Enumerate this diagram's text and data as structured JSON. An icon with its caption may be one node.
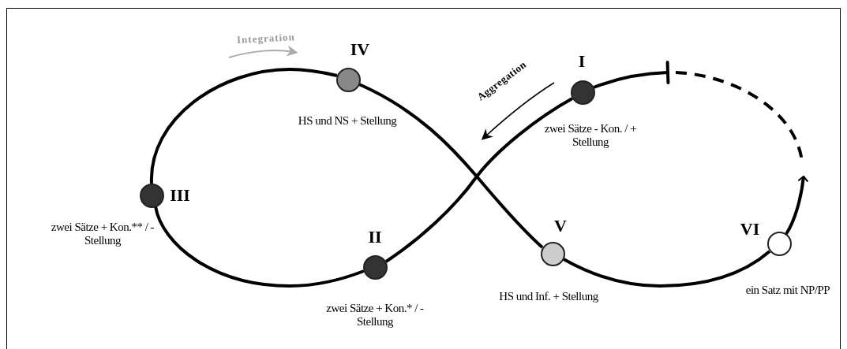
{
  "diagram": {
    "nodes": [
      {
        "text": [
          "I",
          "zwei Sätze - Kon. / + Stellung"
        ]
      },
      {
        "text": [
          "II",
          "zwei Sätze + Kon.* / - Stellung"
        ]
      },
      {
        "text": [
          "III",
          "zwei Sätze + Kon.** / - Stellung"
        ]
      },
      {
        "text": [
          "IV",
          "HS und NS + Stellung"
        ]
      },
      {
        "text": [
          "V",
          "HS und Inf. + Stellung"
        ]
      },
      {
        "text": [
          "VI",
          "ein Satz mit NP/PP"
        ]
      }
    ],
    "edges": [
      {
        "from": 0,
        "to": 1,
        "arrow": "none"
      },
      {
        "from": 1,
        "to": 2,
        "arrow": "none"
      },
      {
        "from": 2,
        "to": 3,
        "arrow": "none"
      },
      {
        "from": 3,
        "to": 4,
        "arrow": "none"
      },
      {
        "from": 4,
        "to": 5,
        "arrow": "none"
      },
      {
        "from": 5,
        "to": null,
        "arrow": "to"
      },
      {
        "from": 0,
        "to": null,
        "arrow": "other"
      }
    ],
    "labels": [
      "Integration",
      "Aggregation"
    ]
  }
}
